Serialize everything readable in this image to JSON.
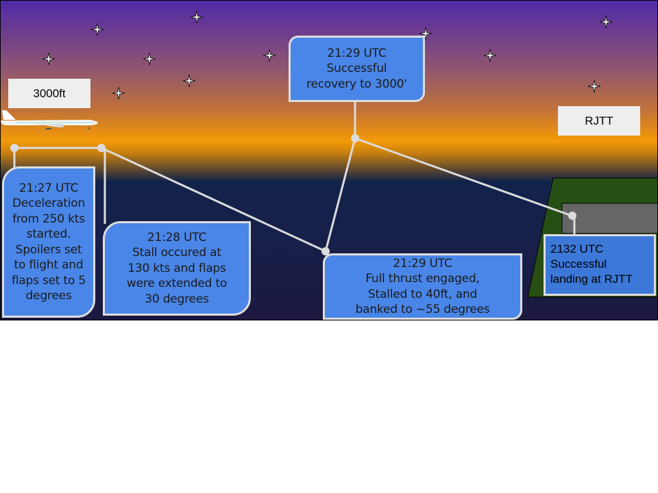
{
  "scene": {
    "altitude_label": "3000ft",
    "airport_label": "RJTT"
  },
  "events": [
    {
      "time": "21:27 UTC",
      "lines": [
        "Deceleration",
        "from 250 kts",
        "started.",
        "Spoilers set",
        "to flight and",
        "flaps set to 5",
        "degrees"
      ]
    },
    {
      "time": "21:28 UTC",
      "lines": [
        "Stall occured at",
        "130 kts and flaps",
        "were extended to",
        "30 degrees"
      ]
    },
    {
      "time": "21:29 UTC",
      "lines": [
        "Full thrust engaged,",
        "Stalled to 40ft, and",
        "banked to ~55 degrees"
      ]
    },
    {
      "time": "21:29 UTC",
      "lines": [
        "Successful",
        "recovery to 3000'"
      ]
    },
    {
      "time": "2132 UTC",
      "lines": [
        "Successful",
        "landing at RJTT"
      ]
    }
  ],
  "colors": {
    "callout_fill": "#4a86e8",
    "callout_fill_final": "#3c78d8",
    "connector": "#dcdcdc",
    "grass": "#274e13",
    "runway": "#666666"
  }
}
